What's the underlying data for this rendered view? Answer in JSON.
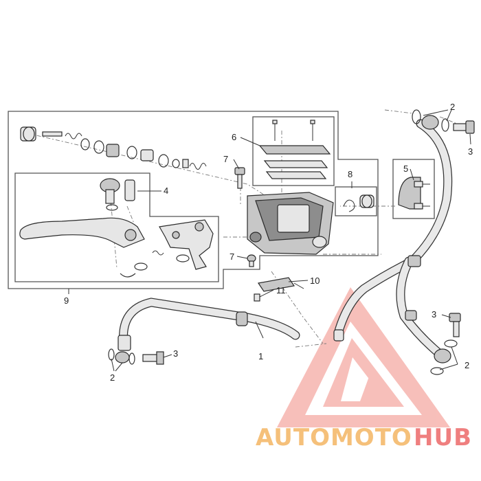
{
  "diagram": {
    "callouts": {
      "hose": "1",
      "washer": "2",
      "banjo_bolt": "3",
      "lever_kit": "4",
      "clamp_kit": "5",
      "reservoir_cap_kit": "6",
      "screw": "7",
      "piston_kit": "8",
      "master_cylinder_kit": "9",
      "brake_switch": "10",
      "switch_screw": "11"
    }
  },
  "watermark": {
    "part1": "AUTOMOTO",
    "part2": "HUB",
    "colors": {
      "text_orange": "#f5c07a",
      "text_red": "#ef7f7f",
      "triangle": "#f28b82"
    }
  }
}
